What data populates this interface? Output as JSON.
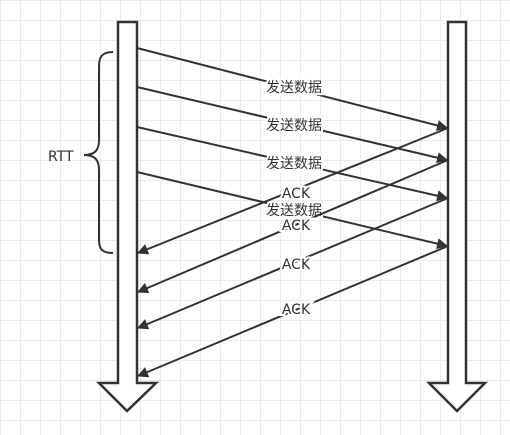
{
  "rtt_label": "RTT",
  "data_label": "发送数据",
  "ack_label": "ACK",
  "data_messages": [
    {
      "label": "发送数据"
    },
    {
      "label": "发送数据"
    },
    {
      "label": "发送数据"
    },
    {
      "label": "发送数据"
    }
  ],
  "ack_messages": [
    {
      "label": "ACK"
    },
    {
      "label": "ACK"
    },
    {
      "label": "ACK"
    },
    {
      "label": "ACK"
    }
  ],
  "colors": {
    "line": "#333333",
    "lifeline_fill": "#ffffff",
    "grid": "#ebebeb"
  }
}
